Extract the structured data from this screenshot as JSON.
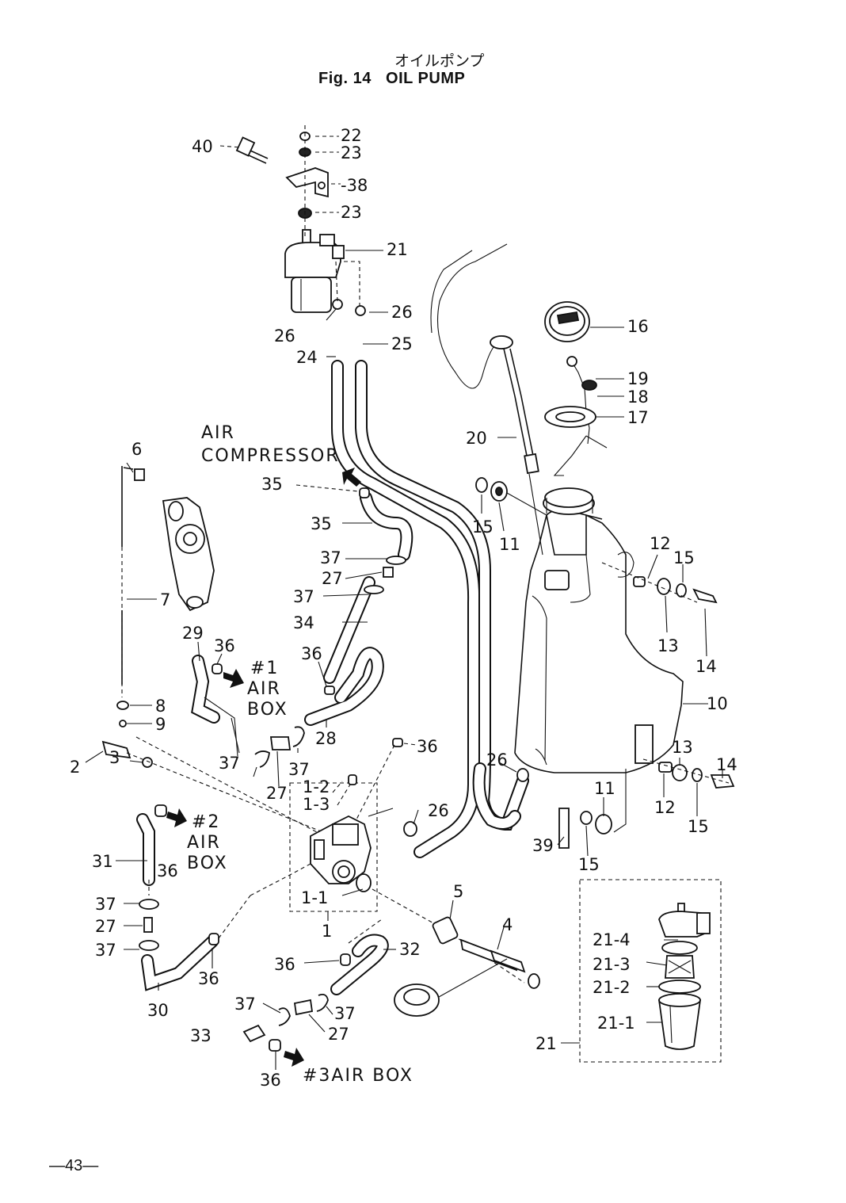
{
  "title_jp": "オイルポンプ",
  "title_en": "Fig. 14   OIL PUMP",
  "page_number": "—43—",
  "destinations": {
    "air_compressor": [
      "AIR",
      "COMPRESSOR"
    ],
    "air_box_1": [
      "#1",
      "AIR",
      "BOX"
    ],
    "air_box_2": [
      "#2",
      "AIR",
      "BOX"
    ],
    "air_box_3": "#3AIR BOX"
  },
  "callouts": [
    "40",
    "22",
    "23",
    "-38",
    "23",
    "21",
    "26",
    "26",
    "26",
    "24",
    "25",
    "16",
    "19",
    "18",
    "17",
    "20",
    "15",
    "11",
    "12",
    "15",
    "13",
    "14",
    "10",
    "13",
    "14",
    "12",
    "15",
    "11",
    "39",
    "15",
    "6",
    "7",
    "8",
    "9",
    "2",
    "3",
    "35",
    "35",
    "37",
    "27",
    "37",
    "34",
    "29",
    "36",
    "36",
    "28",
    "36",
    "37",
    "37",
    "27",
    "1-2",
    "1-3",
    "26",
    "31",
    "36",
    "37",
    "27",
    "37",
    "30",
    "36",
    "1-1",
    "1",
    "5",
    "4",
    "36",
    "32",
    "37",
    "37",
    "27",
    "33",
    "36",
    "26",
    "21-4",
    "21-3",
    "21-2",
    "21-1",
    "21"
  ]
}
